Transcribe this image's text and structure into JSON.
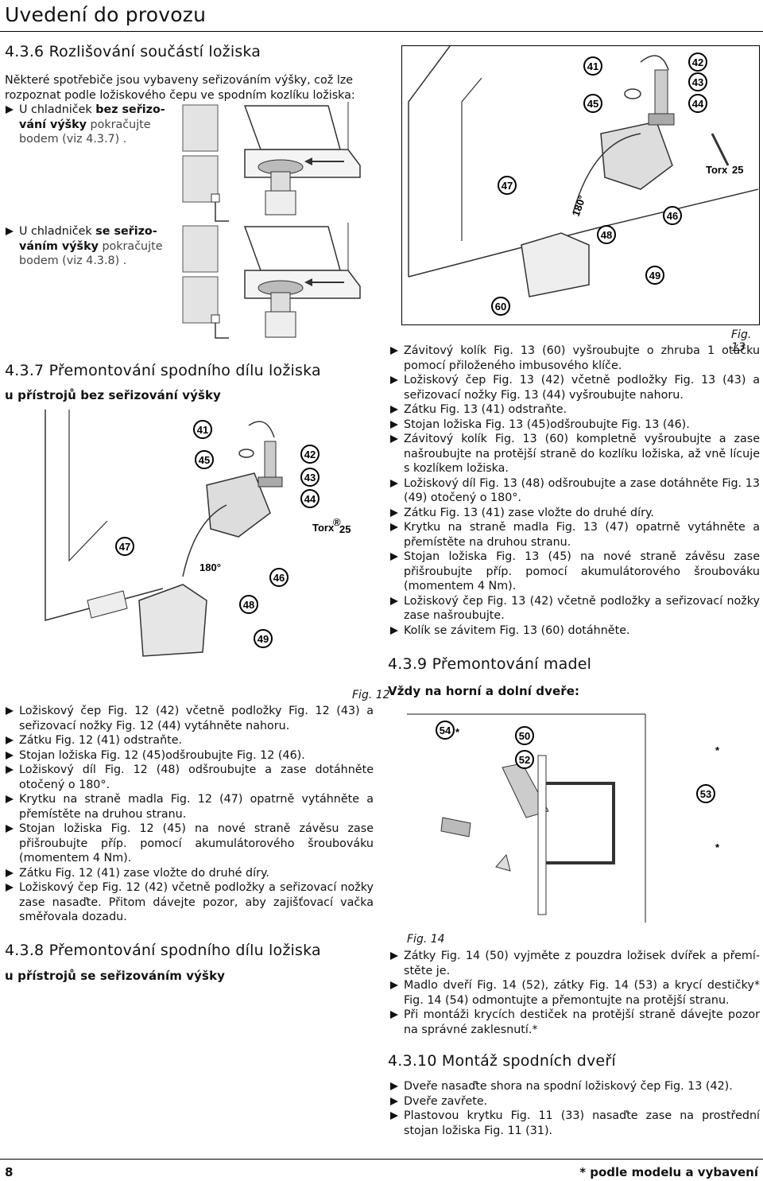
{
  "header": {
    "title": "Uvedení do provozu"
  },
  "s436": {
    "heading": "4.3.6 Rozlišování součástí ložiska",
    "intro": "Některé spotřebiče jsou vybaveny seřizováním výšky, což lze rozpoznat podle ložiskového čepu ve spodním kozlíku ložiska:",
    "item1_a": "U chladniček ",
    "item1_b": "bez seřizo-vání výšky",
    "item1_c": " pokračujte bodem (viz 4.3.7) .",
    "item2_a": "U chladniček ",
    "item2_b": "se seřizo-váním výšky",
    "item2_c": " pokračujte bodem (viz 4.3.8) ."
  },
  "s437": {
    "heading": "4.3.7 Přemontování spodního dílu ložiska",
    "subheading": "u přístrojů bez seřizování výšky",
    "fig_caption": "Fig. 12",
    "fig_labels": {
      "l41": "41",
      "l45": "45",
      "l42": "42",
      "l43": "43",
      "l44": "44",
      "l47": "47",
      "l46": "46",
      "l48": "48",
      "l49": "49",
      "angle": "180°",
      "torx": "Torx",
      "torx_size": "25",
      "reg": "®"
    },
    "steps": [
      "Ložiskový čep Fig. 12 (42) včetně podložky Fig. 12 (43) a seřizovací nožky Fig. 12 (44) vytáhněte nahoru.",
      "Zátku Fig. 12 (41) odstraňte.",
      "Stojan ložiska Fig. 12 (45)odšroubujte Fig. 12 (46).",
      "Ložiskový díl Fig. 12 (48) odšroubujte a zase dotáhněte otočený o 180°.",
      "Krytku na straně madla Fig. 12 (47) opatrně vytáhněte a přemístěte na druhou stranu.",
      "Stojan ložiska Fig. 12 (45) na nové straně závěsu zase přišroubujte příp. pomocí akumulátorového šroubováku (momentem 4 Nm).",
      "Zátku Fig. 12 (41) zase vložte do druhé díry.",
      "Ložiskový čep Fig. 12 (42) včetně podložky a seřizovací nožky zase nasaďte. Přitom dávejte pozor, aby zajišťovací vačka směřovala dozadu."
    ]
  },
  "s438": {
    "heading": "4.3.8 Přemontování spodního dílu ložiska",
    "subheading": "u přístrojů se seřizováním výšky",
    "fig_caption": "Fig. 13",
    "fig_labels": {
      "l41": "41",
      "l45": "45",
      "l42": "42",
      "l43": "43",
      "l44": "44",
      "l47": "47",
      "l46": "46",
      "l48": "48",
      "l49": "49",
      "l60": "60",
      "angle": "180°",
      "torx": "Torx",
      "torx_size": "25"
    },
    "steps": [
      "Závitový kolík Fig. 13 (60) vyšroubujte o zhruba 1 otáčku pomocí přiloženého imbusového klíče.",
      "Ložiskový čep Fig. 13 (42) včetně podložky Fig. 13 (43) a seřizovací nožky Fig. 13 (44) vyšroubujte nahoru.",
      "Zátku Fig. 13 (41) odstraňte.",
      "Stojan ložiska Fig. 13 (45)odšroubujte Fig. 13 (46).",
      "Závitový kolík Fig. 13 (60) kompletně vyšroubujte a zase našroubujte na protější straně do kozlíku ložiska, až vně lícuje s kozlíkem ložiska.",
      "Ložiskový díl Fig. 13 (48) odšroubujte a zase dotáhněte Fig. 13 (49) otočený o 180°.",
      "Zátku Fig. 13 (41) zase vložte do druhé díry.",
      "Krytku na straně madla Fig. 13 (47) opatrně vytáhněte a přemístěte na druhou stranu.",
      "Stojan ložiska Fig. 13 (45) na nové straně závěsu zase přišroubujte příp. pomocí akumulátorového šroubováku (momentem 4 Nm).",
      "Ložiskový čep Fig. 13 (42) včetně podložky a seřizovací nožky zase našroubujte.",
      "Kolík se závitem Fig. 13 (60) dotáhněte."
    ]
  },
  "s439": {
    "heading": "4.3.9 Přemontování madel",
    "subheading": "Vždy na horní a dolní dveře:",
    "fig_caption": "Fig. 14",
    "fig_labels": {
      "l54": "54",
      "l50": "50",
      "l52": "52",
      "l53": "53",
      "star": "*"
    },
    "steps": [
      "Zátky Fig. 14 (50) vyjměte z pouzdra ložisek dvířek a přemí-stěte je.",
      "Madlo dveří Fig. 14 (52), zátky Fig. 14 (53) a krycí destičky* Fig. 14 (54) odmontujte a přemontujte na protější stranu.",
      "Při montáži krycích destiček na protější straně dávejte pozor na správné zaklesnutí.*"
    ]
  },
  "s4310": {
    "heading": "4.3.10 Montáž spodních dveří",
    "steps": [
      "Dveře nasaďte shora na spodní ložiskový čep Fig. 13 (42).",
      "Dveře zavřete.",
      "Plastovou krytku Fig. 11 (33) nasaďte zase na prostřední stojan ložiska Fig. 11 (31)."
    ]
  },
  "footer": {
    "page_number": "8",
    "note": "* podle modelu a vybavení"
  }
}
